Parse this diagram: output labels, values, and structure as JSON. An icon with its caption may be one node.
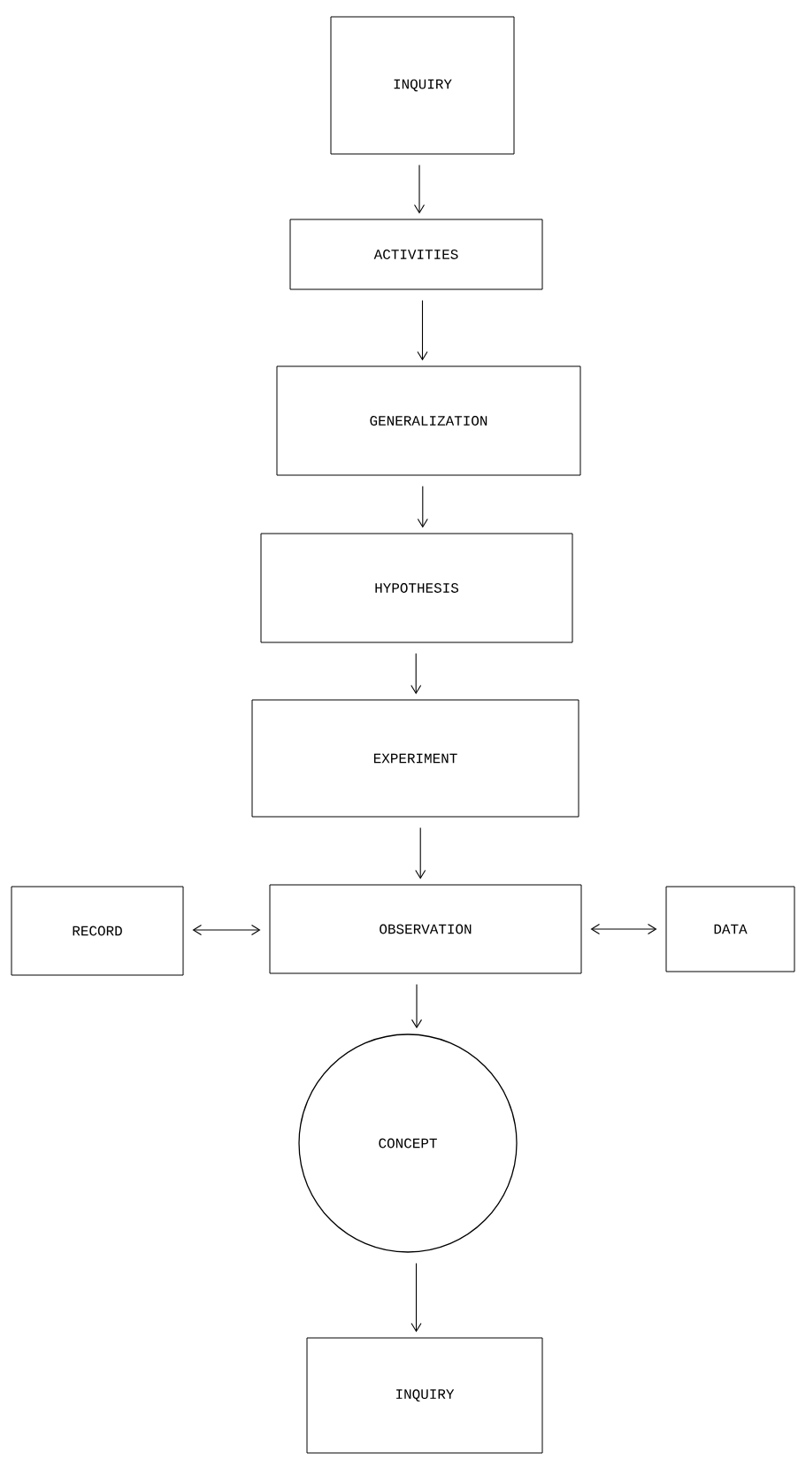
{
  "diagram": {
    "nodes": [
      {
        "text": [
          "INQUIRY"
        ]
      },
      {
        "text": [
          "ACTIVITIES"
        ]
      },
      {
        "text": [
          "GENERALIZATION"
        ]
      },
      {
        "text": [
          "HYPOTHESIS"
        ]
      },
      {
        "text": [
          "EXPERIMENT"
        ]
      },
      {
        "text": [
          "RECORD"
        ]
      },
      {
        "text": [
          "OBSERVATION"
        ]
      },
      {
        "text": [
          "DATA"
        ]
      },
      {
        "text": [
          "CONCEPT"
        ]
      },
      {
        "text": [
          "INQUIRY"
        ]
      }
    ],
    "edges": [
      {
        "from": 0,
        "to": 1,
        "arrow": "to"
      },
      {
        "from": 1,
        "to": 2,
        "arrow": "to"
      },
      {
        "from": 2,
        "to": 3,
        "arrow": "to"
      },
      {
        "from": 3,
        "to": 4,
        "arrow": "to"
      },
      {
        "from": 4,
        "to": 6,
        "arrow": "to"
      },
      {
        "from": 5,
        "to": 6,
        "arrow": "both"
      },
      {
        "from": 6,
        "to": 7,
        "arrow": "both"
      },
      {
        "from": 6,
        "to": 8,
        "arrow": "to"
      },
      {
        "from": 8,
        "to": 9,
        "arrow": "to"
      }
    ]
  }
}
